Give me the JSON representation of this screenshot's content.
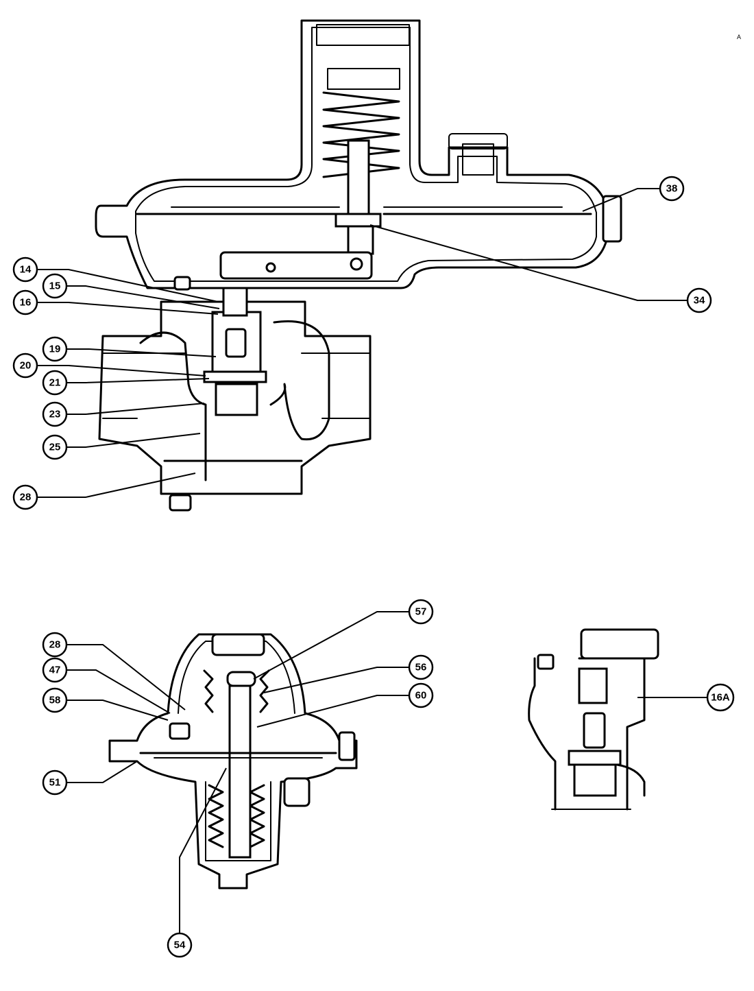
{
  "callouts": {
    "c14": "14",
    "c15": "15",
    "c16": "16",
    "c19": "19",
    "c20": "20",
    "c21": "21",
    "c23": "23",
    "c25": "25",
    "c28a": "28",
    "c38": "38",
    "c34": "34",
    "c57": "57",
    "c28b": "28",
    "c47": "47",
    "c56": "56",
    "c58": "58",
    "c60": "60",
    "c51": "51",
    "c54": "54",
    "c16A": "16A"
  },
  "corner_mark": "A"
}
